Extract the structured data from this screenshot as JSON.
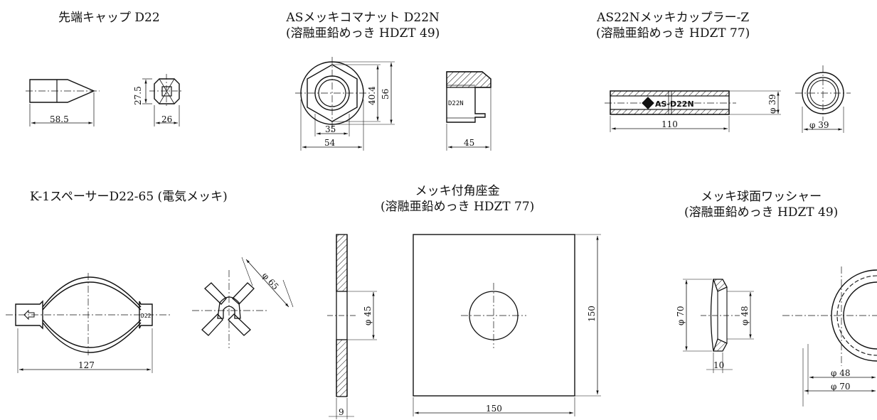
{
  "parts": {
    "cap": {
      "title": "先端キャップ D22",
      "dims": {
        "length": "58.5",
        "height": "27.5",
        "width": "26"
      }
    },
    "nut": {
      "title_line1": "ASメッキコマナット D22N",
      "title_line2": "(溶融亜鉛めっき HDZT 49)",
      "dims": {
        "inner": "35",
        "outer": "54",
        "h1": "40.4",
        "h2": "56",
        "side": "45"
      },
      "label": "D22N"
    },
    "coupler": {
      "title_line1": "AS22Nメッキカップラー-Z",
      "title_line2": "(溶融亜鉛めっき HDZT 77)",
      "dims": {
        "length": "110",
        "dia_side": "φ 39",
        "dia_end": "φ 39"
      },
      "label": "AS-D22N"
    },
    "spacer": {
      "title": "K-1スペーサーD22-65 (電気メッキ)",
      "dims": {
        "length": "127",
        "dia": "φ 65"
      },
      "label": "D22"
    },
    "washer": {
      "title_line1": "メッキ付角座金",
      "title_line2": "(溶融亜鉛めっき HDZT 77)",
      "dims": {
        "hole": "φ 45",
        "thick": "9",
        "width": "150",
        "height": "150"
      }
    },
    "spherical": {
      "title_line1": "メッキ球面ワッシャー",
      "title_line2": "(溶融亜鉛めっき HDZT 49)",
      "dims": {
        "outer": "φ 70",
        "inner": "φ 48",
        "thick": "10",
        "front_inner": "φ 48",
        "front_outer": "φ 70"
      }
    }
  }
}
